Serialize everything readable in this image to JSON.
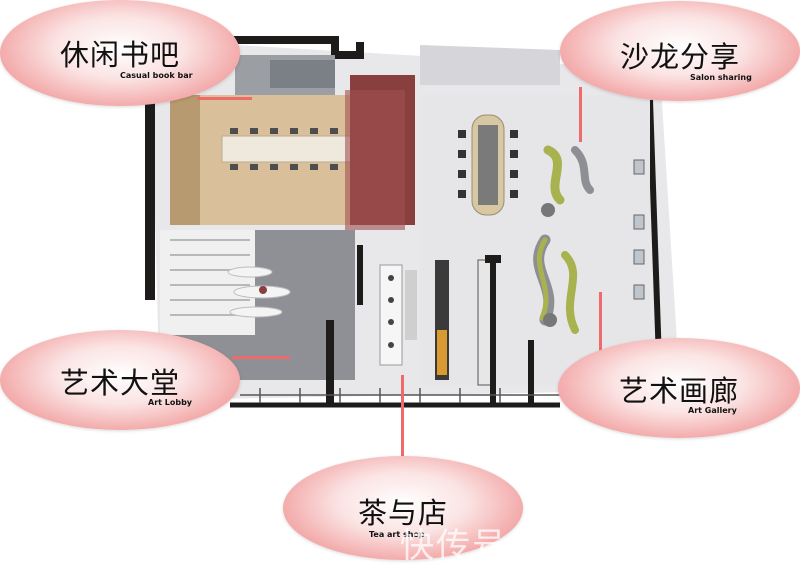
{
  "zones": [
    {
      "id": "casual-book-bar",
      "zh": "休闲书吧",
      "en": "Casual book bar"
    },
    {
      "id": "salon-sharing",
      "zh": "沙龙分享",
      "en": "Salon sharing"
    },
    {
      "id": "art-lobby",
      "zh": "艺术大堂",
      "en": "Art Lobby"
    },
    {
      "id": "art-gallery",
      "zh": "艺术画廊",
      "en": "Art Gallery"
    },
    {
      "id": "tea-art-shop",
      "zh": "茶与店",
      "en": "Tea art shop"
    }
  ],
  "watermark": "快传号",
  "colors": {
    "accent_line": "#ee6b6b",
    "bubble_edge": "#e98888",
    "wood": "#d9c09a",
    "maroon": "#8a3f3f",
    "wall": "#1e1b1b"
  }
}
